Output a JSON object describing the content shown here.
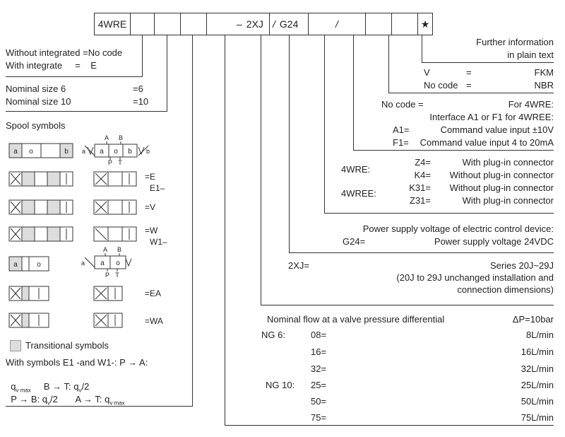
{
  "code_row": {
    "b1": "4WRE",
    "b2": "",
    "b3": "",
    "b4": "",
    "b5": "–",
    "b6": "2XJ",
    "b7": "/",
    "b8": "G24",
    "b9": "/",
    "b10": "",
    "b11": "",
    "b12": "★"
  },
  "integration": {
    "line1": "Without integrated =No code",
    "line2": "With integrate     =    E"
  },
  "nominal": {
    "ns6": "Nominal size 6",
    "ns6_val": "=6",
    "ns10": "Nominal size 10",
    "ns10_val": "=10"
  },
  "spool": {
    "title": "Spool symbols",
    "labels": {
      "a": "a",
      "o": "o",
      "b": "b",
      "A": "A",
      "B": "B",
      "P": "P",
      "T": "T"
    },
    "e": "=E",
    "e1": "E1–",
    "v": "=V",
    "w": "=W",
    "w1": "W1–",
    "ea": "=EA",
    "wa": "=WA",
    "transitional": "Transitional symbols",
    "note1": "With symbols E1 -and  W1-:  P → A:",
    "note2": "q",
    "note2_sub": "v max",
    "note2_rest": "     B → T: q",
    "note2_sub2": "v",
    "note2_tail": "/2",
    "note3": "P → B: q",
    "note3_sub": "v",
    "note3_mid": "/2       A → T: q",
    "note3_sub2": "v max"
  },
  "further": {
    "line1": "Further information",
    "line2": "in plain text"
  },
  "seals": {
    "v_key": "V",
    "v_eq": "=",
    "v_val": "FKM",
    "n_key": "No code",
    "n_eq": "=",
    "n_val": "NBR"
  },
  "interface": {
    "nocode": "No code =",
    "nocode_val": "For 4WRE:",
    "line2": "Interface A1 or F1 for 4WREE:",
    "a1": "A1=",
    "a1_val": "Command value input ±10V",
    "f1": "F1=",
    "f1_val": "Command value input 4 to 20mA"
  },
  "connector": {
    "wre": "4WRE:",
    "wree": "4WREE:",
    "z4": "Z4=",
    "z4_val": "With plug-in connector",
    "k4": "K4=",
    "k4_val": "Without plug-in connector",
    "k31": "K31=",
    "k31_val": "Without plug-in connector",
    "z31": "Z31=",
    "z31_val": "With plug-in connector"
  },
  "power": {
    "line1": "Power supply voltage of electric control device:",
    "g24": "G24=",
    "g24_val": "Power supply voltage 24VDC"
  },
  "series": {
    "key": "2XJ=",
    "val": "Series 20J~29J",
    "line2": "(20J to 29J  unchanged installation and",
    "line3": "connection dimensions)"
  },
  "flow": {
    "title": "Nominal flow at a valve pressure differential",
    "dp": "ΔP=10bar",
    "ng6": "NG 6:",
    "ng10": "NG 10:",
    "rows": [
      {
        "code": "08=",
        "val": "8L/min"
      },
      {
        "code": "16=",
        "val": "16L/min"
      },
      {
        "code": "32=",
        "val": "32L/min"
      },
      {
        "code": "25=",
        "val": "25L/min"
      },
      {
        "code": "50=",
        "val": "50L/min"
      },
      {
        "code": "75=",
        "val": "75L/min"
      }
    ]
  }
}
